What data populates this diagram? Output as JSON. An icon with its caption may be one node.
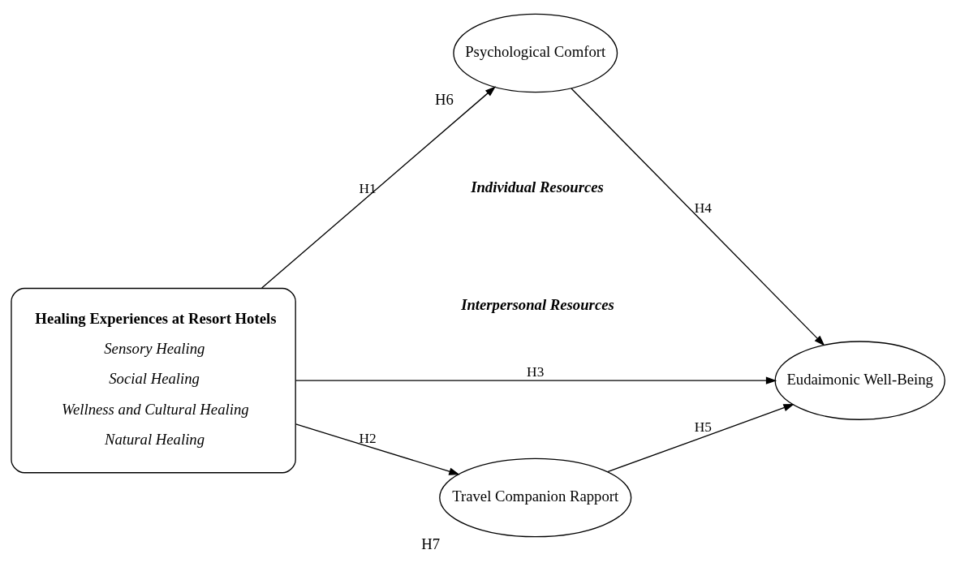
{
  "diagram": {
    "nodes": [
      {
        "text": [
          "Healing Experiences at Resort Hotels",
          "Sensory Healing",
          "Social Healing",
          "Wellness and Cultural Healing",
          "Natural Healing"
        ]
      },
      {
        "text": [
          "Psychological Comfort"
        ],
        "beside": [
          "H6"
        ]
      },
      {
        "text": [
          "Eudaimonic Well-Being"
        ]
      },
      {
        "text": [
          "Travel Companion Rapport"
        ],
        "beside": [
          "H7"
        ]
      }
    ],
    "edges": [
      {
        "from": 0,
        "to": 1,
        "arrow": "to",
        "label": "H1"
      },
      {
        "from": 0,
        "to": 3,
        "arrow": "to",
        "label": "H2"
      },
      {
        "from": 0,
        "to": 2,
        "arrow": "to",
        "label": "H3"
      },
      {
        "from": 1,
        "to": 2,
        "arrow": "to",
        "label": "H4"
      },
      {
        "from": 3,
        "to": 2,
        "arrow": "to",
        "label": "H5"
      }
    ],
    "labels": [
      "Individual Resources",
      "Interpersonal Resources"
    ]
  }
}
